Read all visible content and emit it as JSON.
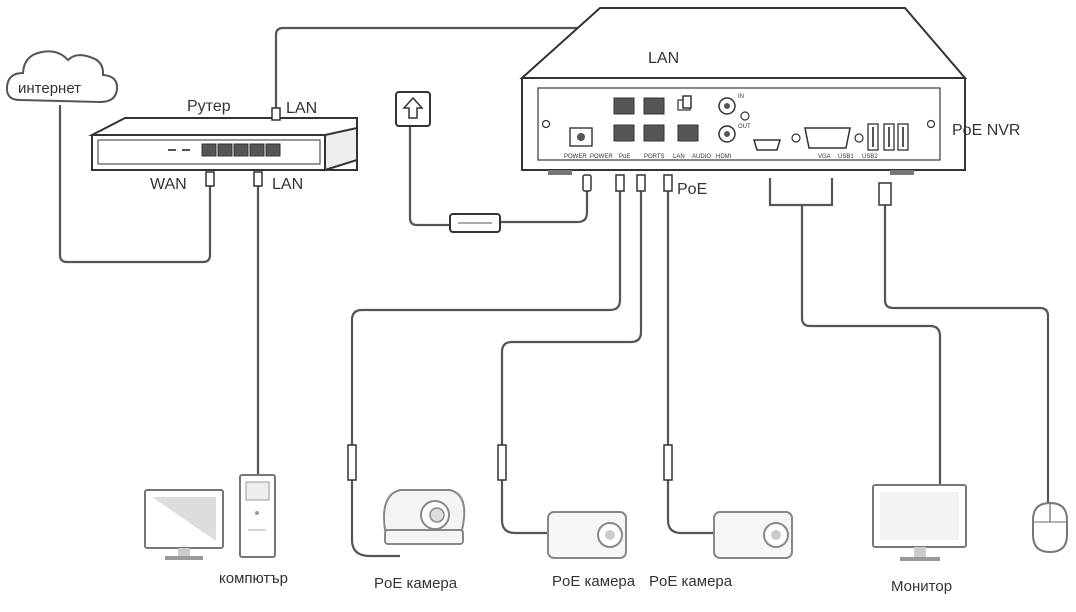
{
  "labels": {
    "internet": "интернет",
    "router": "Рутер",
    "router_lan_top": "LAN",
    "router_wan": "WAN",
    "router_lan_bottom": "LAN",
    "nvr_lan": "LAN",
    "nvr": "PoE NVR",
    "poe": "PoE",
    "computer": "компютър",
    "camera1": "PoE камера",
    "camera2": "PoE камера",
    "camera3": "PoE камера",
    "monitor": "Монитор"
  },
  "nvr_panel": {
    "power": "POWER",
    "poe": "PoE",
    "ports": "PORTS",
    "lan": "LAN",
    "audio": "AUDIO",
    "hdmi": "HDMI",
    "vga": "VGA",
    "usb1": "USB1",
    "usb2": "USB2",
    "in": "IN",
    "out": "OUT"
  }
}
